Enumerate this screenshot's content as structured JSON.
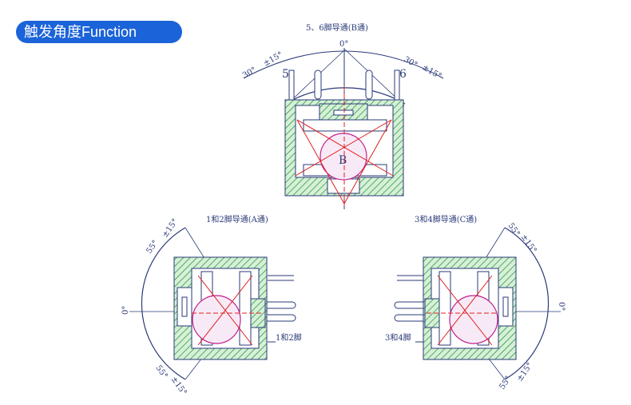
{
  "header": {
    "badge_label": "触发角度Function"
  },
  "diagram_b": {
    "caption": "5、6脚导通(B通)",
    "zero_label": "0°",
    "left_angle": "30°",
    "left_tol": "±15°",
    "right_angle": "30°",
    "right_tol": "±15°",
    "pin_left": "5",
    "pin_right": "6",
    "ball_label": "B"
  },
  "diagram_a": {
    "caption": "1和2脚导通(A通)",
    "zero_label": "0°",
    "top_angle": "55°",
    "top_tol": "±15°",
    "bottom_angle": "55°",
    "bottom_tol": "±15°",
    "pin_label": "1和2脚"
  },
  "diagram_c": {
    "caption": "3和4脚导通(C通)",
    "zero_label": "0°",
    "top_angle": "55°",
    "top_tol": "±15°",
    "bottom_angle": "55°",
    "bottom_tol": "±15°",
    "pin_label": "3和4脚"
  },
  "colors": {
    "badge_bg": "#1b63d8",
    "hatch": "#1a8a3a",
    "body_fill": "#d6f0d6",
    "ball": "#f7eaf6",
    "ball_stroke": "#c0208a",
    "red_line": "#e02020",
    "blue_arc": "#2a3a78"
  }
}
